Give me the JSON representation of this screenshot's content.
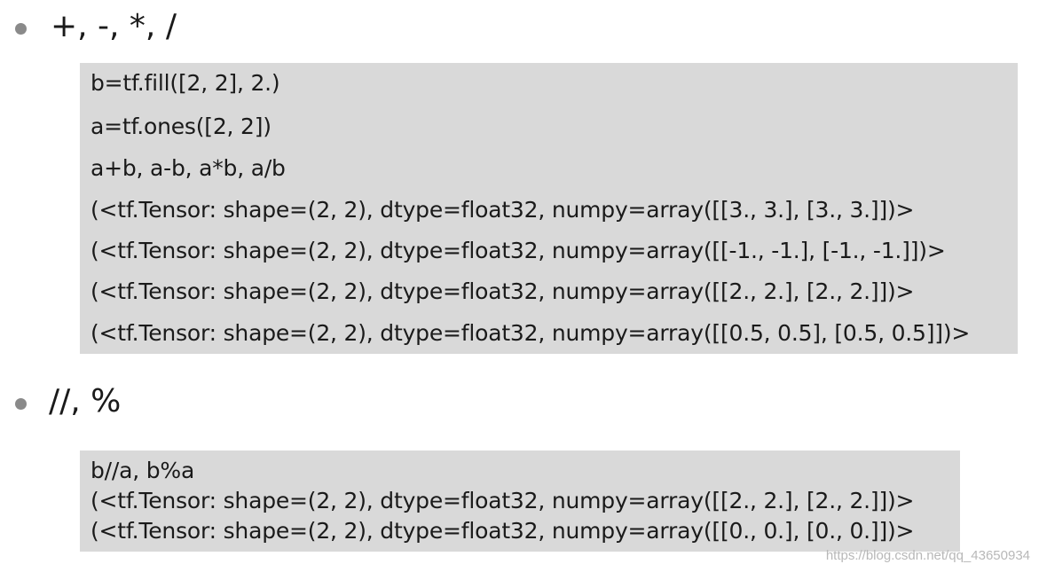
{
  "section1": {
    "heading": "+, -, *, /",
    "code_lines": [
      "b=tf.fill([2, 2], 2.)",
      "a=tf.ones([2, 2])",
      "a+b, a-b, a*b, a/b",
      "(<tf.Tensor: shape=(2, 2), dtype=float32, numpy=array([[3., 3.], [3., 3.]])>",
      "(<tf.Tensor: shape=(2, 2), dtype=float32, numpy=array([[-1., -1.], [-1., -1.]])>",
      "(<tf.Tensor: shape=(2, 2), dtype=float32, numpy=array([[2., 2.], [2., 2.]])>",
      "(<tf.Tensor: shape=(2, 2), dtype=float32, numpy=array([[0.5, 0.5], [0.5, 0.5]])>"
    ]
  },
  "section2": {
    "heading": "//, %",
    "code_lines": [
      "b//a, b%a",
      "(<tf.Tensor: shape=(2, 2), dtype=float32, numpy=array([[2., 2.], [2., 2.]])>",
      "(<tf.Tensor: shape=(2, 2), dtype=float32, numpy=array([[0., 0.], [0., 0.]])>"
    ]
  },
  "watermark": "https://blog.csdn.net/qq_43650934",
  "colors": {
    "code_background": "#d9d9d9",
    "bullet": "#8a8a8a",
    "text": "#1a1a1a",
    "watermark": "#b8b8b8"
  }
}
